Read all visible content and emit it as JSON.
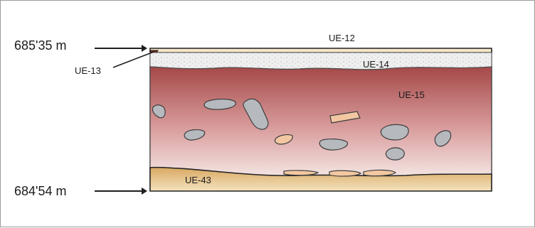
{
  "elevations": {
    "top": "685'35 m",
    "bottom": "684'54 m"
  },
  "units": {
    "ue12": "UE-12",
    "ue13": "UE-13",
    "ue14": "UE-14",
    "ue15": "UE-15",
    "ue43": "UE-43"
  },
  "colors": {
    "ue12": "#f5e6c8",
    "ue14": "#ececec",
    "ue15_top": "#a54848",
    "ue15_bottom": "#f3e3e1",
    "ue43_top": "#d9a861",
    "ue43_bottom": "#f3e2bf",
    "stones": "#b6b9bd",
    "ceramic": "#f2c7a1"
  }
}
